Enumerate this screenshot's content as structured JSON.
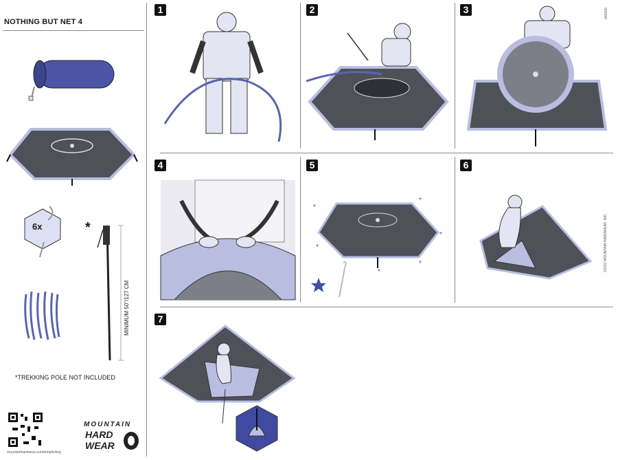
{
  "header": {
    "title": "NOTHING BUT NET 4"
  },
  "sidebar": {
    "stake_count": "6x",
    "asterisk": "*",
    "pole_measure": "MINIMUM 50\"/127 CM",
    "footnote": "*TREKKING POLE NOT INCLUDED",
    "qr_caption": "mountainhardwear.com/tentpitching",
    "brand_top": "MOUNTAIN",
    "brand_mid": "HARD",
    "brand_bot": "WEAR"
  },
  "steps": [
    {
      "number": "1"
    },
    {
      "number": "2"
    },
    {
      "number": "3"
    },
    {
      "number": "4"
    },
    {
      "number": "5"
    },
    {
      "number": "6"
    },
    {
      "number": "7"
    }
  ],
  "side_codes": {
    "code_top": "000000",
    "copyright": "©2022 MOUNTAIN HARDWEAR, INC."
  },
  "colors": {
    "tent_dark": "#4f5158",
    "tent_mid": "#7d7f88",
    "pole_blue": "#b9bde0",
    "star_blue": "#3a4fa8",
    "figure_fill": "#e4e5f3",
    "outline": "#2a2a2a"
  }
}
